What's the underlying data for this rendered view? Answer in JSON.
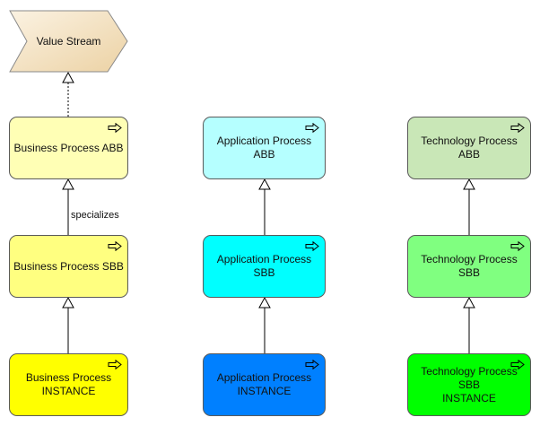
{
  "value_stream": {
    "label": "Value Stream"
  },
  "nodes": {
    "business_process_abb": "Business Process ABB",
    "application_process_abb": "Application Process ABB",
    "technology_process_abb": "Technology Process ABB",
    "business_process_sbb": "Business Process SBB",
    "application_process_sbb": "Application Process SBB",
    "technology_process_sbb": "Technology Process SBB",
    "business_process_instance": "Business Process\nINSTANCE",
    "application_process_instance": "Application Process\nINSTANCE",
    "technology_process_instance": "Technology Process SBB\nINSTANCE"
  },
  "edges": {
    "specializes_label": "specializes"
  },
  "icons": {
    "process": "process-arrow-icon"
  }
}
